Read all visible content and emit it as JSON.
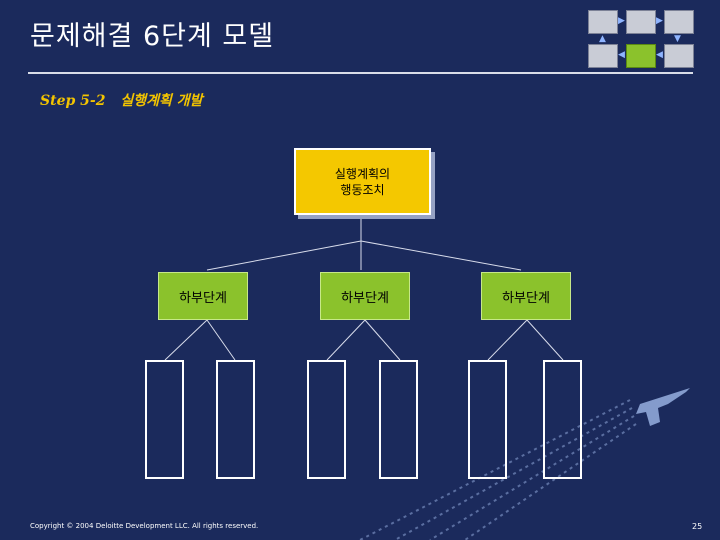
{
  "slide": {
    "title": "문제해결 6단계 모델",
    "step_number": "Step 5-2",
    "step_title": "실행계획 개발"
  },
  "diagram": {
    "top_node": {
      "line1": "실행계획의",
      "line2": "행동조치"
    },
    "sub_nodes": [
      {
        "label": "하부단계"
      },
      {
        "label": "하부단계"
      },
      {
        "label": "하부단계"
      }
    ]
  },
  "footer": {
    "copyright": "Copyright © 2004 Deloitte Development LLC. All rights reserved.",
    "page_number": "25"
  },
  "colors": {
    "background": "#1b2a5c",
    "accent_yellow": "#f4c800",
    "accent_green": "#8bc22c"
  }
}
